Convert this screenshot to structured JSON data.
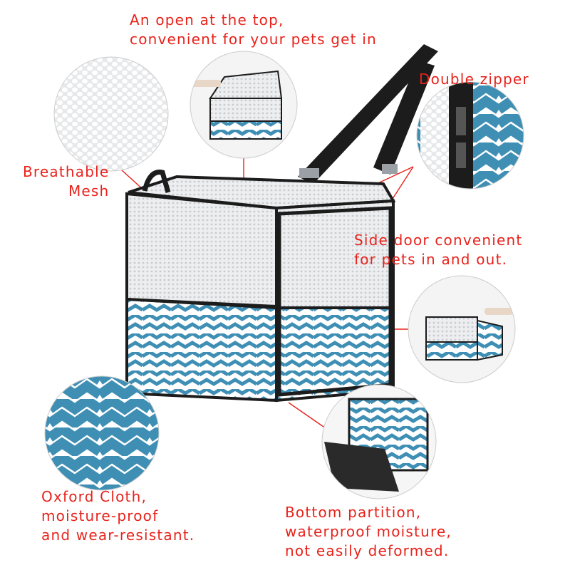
{
  "labels": {
    "top_opening": [
      "An open at the top,",
      "convenient for your pets get in"
    ],
    "double_zipper": "Double zipper",
    "breathable_mesh": [
      "Breathable",
      "Mesh"
    ],
    "side_door": [
      "Side door convenient",
      "for pets in and out."
    ],
    "oxford_cloth": [
      "Oxford Cloth,",
      "moisture-proof",
      "and wear-resistant."
    ],
    "bottom_partition": [
      "Bottom partition,",
      "waterproof moisture,",
      "not easily deformed."
    ]
  },
  "colors": {
    "label_red": "#e8221b",
    "chevron_blue": "#3f8fb5",
    "strap_black": "#1c1c1c",
    "mesh_gray": "#d8dadd"
  },
  "icons": [
    "mesh-detail-image",
    "top-opening-image",
    "zipper-detail-image",
    "side-door-image",
    "oxford-cloth-detail-image",
    "bottom-partition-image",
    "pet-carrier-image"
  ]
}
